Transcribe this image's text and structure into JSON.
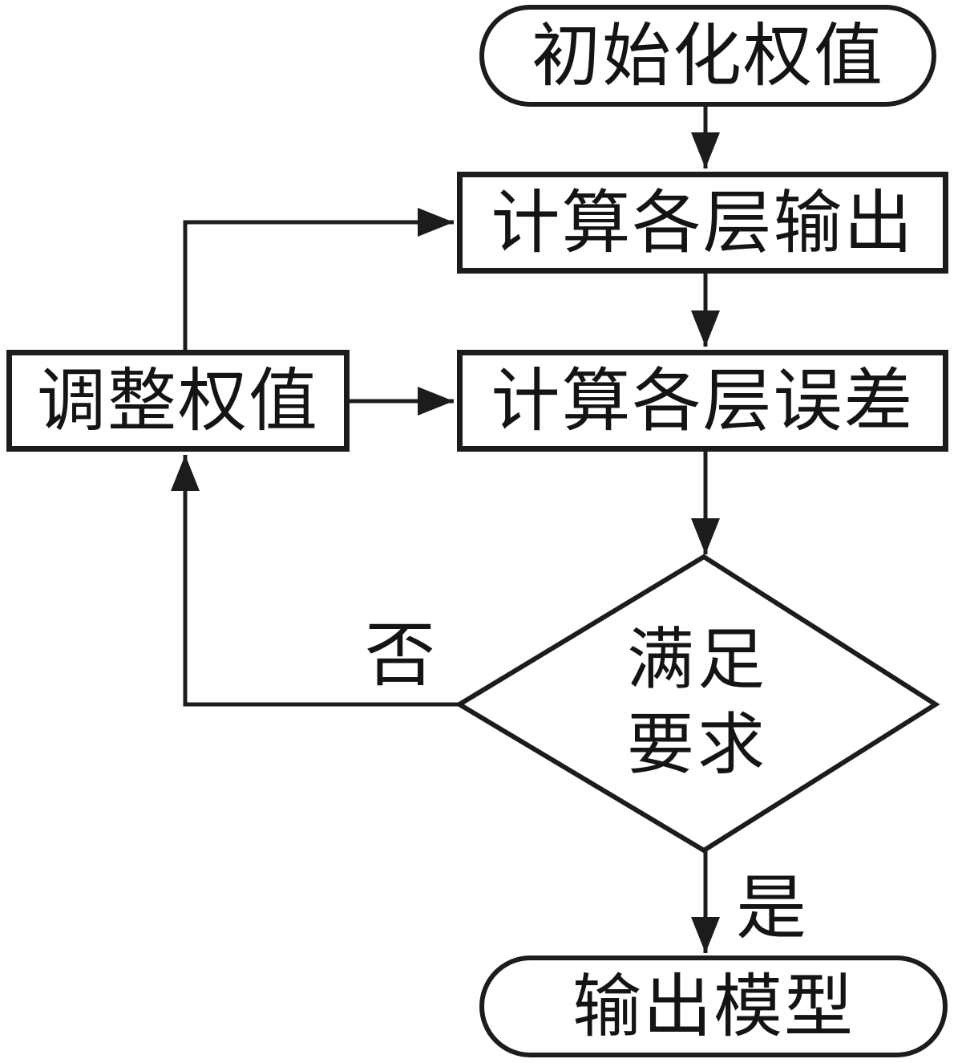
{
  "flowchart": {
    "nodes": {
      "init_weights": {
        "label": "初始化权值",
        "shape": "stadium"
      },
      "compute_layer_outputs": {
        "label": "计算各层输出",
        "shape": "rect"
      },
      "compute_layer_errors": {
        "label": "计算各层误差",
        "shape": "rect"
      },
      "adjust_weights": {
        "label": "调整权值",
        "shape": "rect"
      },
      "meets_requirements": {
        "label": "满足要求",
        "line1": "满足",
        "line2": "要求",
        "shape": "diamond"
      },
      "output_model": {
        "label": "输出模型",
        "shape": "stadium"
      }
    },
    "edge_labels": {
      "no": "否",
      "yes": "是"
    },
    "edges": [
      {
        "from": "init_weights",
        "to": "compute_layer_outputs",
        "label": ""
      },
      {
        "from": "compute_layer_outputs",
        "to": "compute_layer_errors",
        "label": ""
      },
      {
        "from": "compute_layer_errors",
        "to": "meets_requirements",
        "label": ""
      },
      {
        "from": "meets_requirements",
        "to": "adjust_weights",
        "label": "否"
      },
      {
        "from": "adjust_weights",
        "to": "compute_layer_outputs",
        "label": ""
      },
      {
        "from": "adjust_weights",
        "to": "compute_layer_errors",
        "label": ""
      },
      {
        "from": "meets_requirements",
        "to": "output_model",
        "label": "是"
      }
    ],
    "colors": {
      "stroke": "#1c1c1c",
      "text": "#141414",
      "background": "#ffffff"
    }
  }
}
